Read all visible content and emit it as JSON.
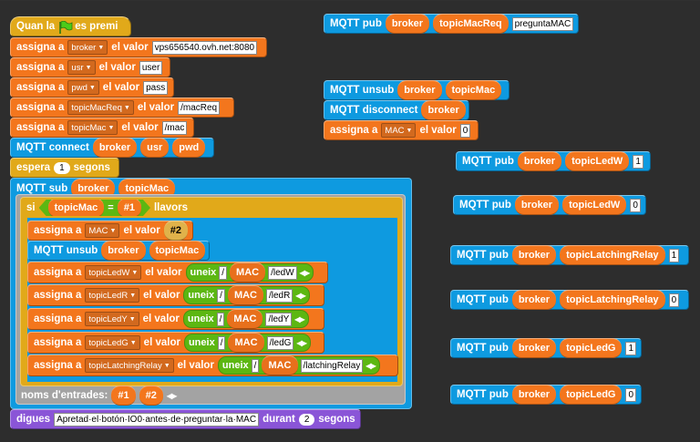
{
  "script": {
    "hat": {
      "when": "Quan la",
      "event": "es premi"
    },
    "assigns": [
      {
        "verb": "assigna a",
        "var": "broker",
        "to": "el valor",
        "value": "vps656540.ovh.net:8080"
      },
      {
        "verb": "assigna a",
        "var": "usr",
        "to": "el valor",
        "value": "user"
      },
      {
        "verb": "assigna a",
        "var": "pwd",
        "to": "el valor",
        "value": "pass"
      },
      {
        "verb": "assigna a",
        "var": "topicMacReq",
        "to": "el valor",
        "value": "/macReq"
      },
      {
        "verb": "assigna a",
        "var": "topicMac",
        "to": "el valor",
        "value": "/mac"
      }
    ],
    "connect": {
      "label": "MQTT connect",
      "args": [
        "broker",
        "usr",
        "pwd"
      ]
    },
    "wait": {
      "label": "espera",
      "value": "1",
      "unit": "segons"
    },
    "sub": {
      "label": "MQTT sub",
      "args": [
        "broker",
        "topicMac"
      ]
    },
    "if": {
      "si": "si",
      "left": "topicMac",
      "eq": "=",
      "right": "#1",
      "then": "llavors"
    },
    "assign_mac": {
      "verb": "assigna a",
      "var": "MAC",
      "to": "el valor",
      "value": "#2"
    },
    "unsub_inner": {
      "label": "MQTT unsub",
      "args": [
        "broker",
        "topicMac"
      ]
    },
    "leds": [
      {
        "verb": "assigna a",
        "var": "topicLedW",
        "to": "el valor",
        "join": "uneix",
        "sep": "/",
        "mac": "MAC",
        "suffix": "/ledW"
      },
      {
        "verb": "assigna a",
        "var": "topicLedR",
        "to": "el valor",
        "join": "uneix",
        "sep": "/",
        "mac": "MAC",
        "suffix": "/ledR"
      },
      {
        "verb": "assigna a",
        "var": "topicLedY",
        "to": "el valor",
        "join": "uneix",
        "sep": "/",
        "mac": "MAC",
        "suffix": "/ledY"
      },
      {
        "verb": "assigna a",
        "var": "topicLedG",
        "to": "el valor",
        "join": "uneix",
        "sep": "/",
        "mac": "MAC",
        "suffix": "/ledG"
      },
      {
        "verb": "assigna a",
        "var": "topicLatchingRelay",
        "to": "el valor",
        "join": "uneix",
        "sep": "/",
        "mac": "MAC",
        "suffix": "/latchingRelay"
      }
    ],
    "inputs": {
      "label": "noms d'entrades:",
      "args": [
        "#1",
        "#2"
      ]
    },
    "say": {
      "label": "digues",
      "text": "Apretad·el·botón·IO0·antes·de·preguntar·la·MAC",
      "during": "durant",
      "value": "2",
      "unit": "segons"
    }
  },
  "loose": {
    "pub_req": {
      "label": "MQTT pub",
      "args": [
        "broker",
        "topicMacReq"
      ],
      "msg": "preguntaMAC"
    },
    "unsub": {
      "label": "MQTT unsub",
      "args": [
        "broker",
        "topicMac"
      ]
    },
    "disconnect": {
      "label": "MQTT disconnect",
      "args": [
        "broker"
      ]
    },
    "assign_mac0": {
      "verb": "assigna a",
      "var": "MAC",
      "to": "el valor",
      "value": "0"
    },
    "pubs": [
      {
        "label": "MQTT pub",
        "broker": "broker",
        "topic": "topicLedW",
        "value": "1"
      },
      {
        "label": "MQTT pub",
        "broker": "broker",
        "topic": "topicLedW",
        "value": "0"
      },
      {
        "label": "MQTT pub",
        "broker": "broker",
        "topic": "topicLatchingRelay",
        "value": "1"
      },
      {
        "label": "MQTT pub",
        "broker": "broker",
        "topic": "topicLatchingRelay",
        "value": "0"
      },
      {
        "label": "MQTT pub",
        "broker": "broker",
        "topic": "topicLedG",
        "value": "1"
      },
      {
        "label": "MQTT pub",
        "broker": "broker",
        "topic": "topicLedG",
        "value": "0"
      }
    ]
  },
  "colors": {
    "control": "#e1a91a",
    "variables": "#f3761d",
    "mqtt": "#0e9ae0",
    "operators": "#5cb712",
    "looks": "#8a55d7",
    "background": "#2d2d2d"
  },
  "icons": {
    "flag": "green-flag-icon",
    "dropdown": "dropdown-arrow-icon",
    "arrows": "expand-arrows-icon"
  }
}
